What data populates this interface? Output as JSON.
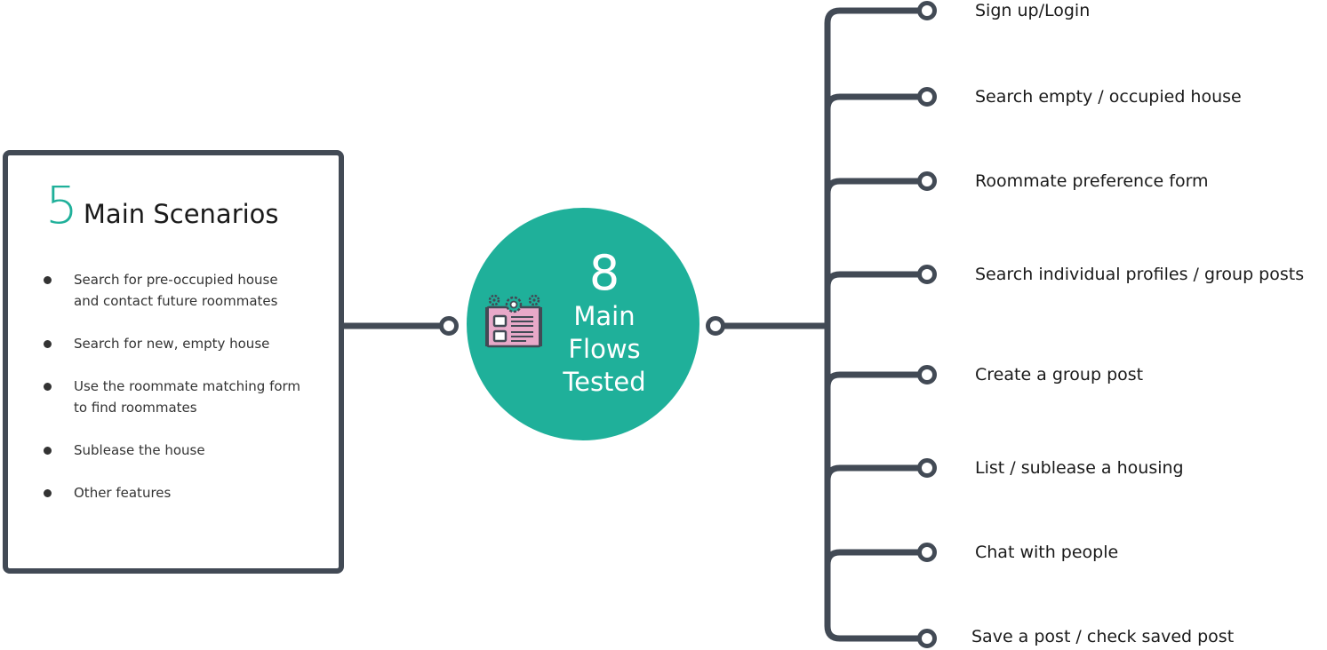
{
  "colors": {
    "accent": "#1fb09a",
    "line": "#424a55",
    "text": "#1a1a1a",
    "icon_fill": "#e8a9c9"
  },
  "scenarios": {
    "count": "5",
    "heading": "Main Scenarios",
    "items": [
      {
        "label": "Search for pre-occupied house and contact future roommates"
      },
      {
        "label": "Search for new, empty house"
      },
      {
        "label": "Use the roommate matching form to find roommates"
      },
      {
        "label": "Sublease the house"
      },
      {
        "label": "Other features"
      }
    ]
  },
  "center": {
    "number": "8",
    "line1": "Main",
    "line2": "Flows",
    "line3": "Tested",
    "icon": "settings-form-icon"
  },
  "flows": [
    {
      "label": "Sign up/Login"
    },
    {
      "label": "Search empty / occupied house"
    },
    {
      "label": "Roommate preference form"
    },
    {
      "label": "Search individual profiles / group posts"
    },
    {
      "label": "Create a group post"
    },
    {
      "label": "List / sublease a housing"
    },
    {
      "label": "Chat with people"
    },
    {
      "label": "Save a post / check saved post"
    }
  ]
}
